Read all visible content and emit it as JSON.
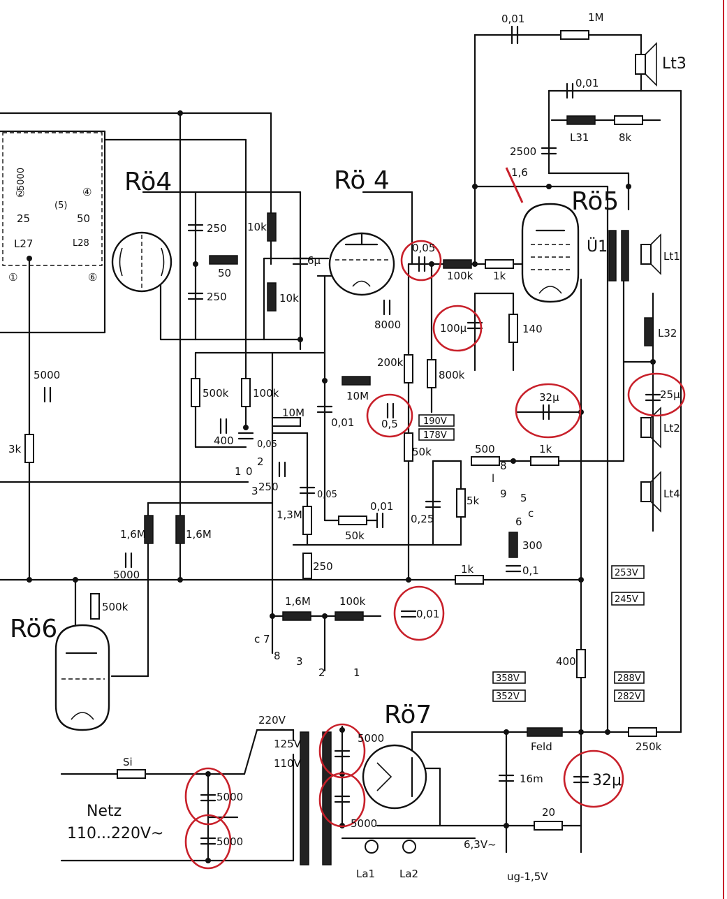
{
  "tubes": {
    "rö4_left": "Rö4",
    "rö4_right": "Rö 4",
    "rö5": "Rö5",
    "rö6": "Rö6",
    "rö7": "Rö7"
  },
  "components": {
    "c_001_top": "0,01",
    "pot_1M": "1M",
    "lt3": "Lt3",
    "c_001_b": "0,01",
    "l31": "L31",
    "r_8k": "8k",
    "c_2500": "2500",
    "r_16": "1,6",
    "c_5000_l": "5000",
    "n2": "②",
    "c_25": "25",
    "l27": "L27",
    "n5": "(5)",
    "n4": "④",
    "c_50": "50",
    "l28": "L28",
    "n1": "①",
    "n6": "⑥",
    "c_250a": "250",
    "r_50": "50",
    "c_250b": "250",
    "r_10k_a": "10k",
    "r_10k_b": "10k",
    "c_6u": "6μ",
    "c_005_a": "0,05",
    "r_100k_a": "100k",
    "r_1k_a": "1k",
    "u1": "Ü1",
    "lt1": "Lt1",
    "c_8000": "8000",
    "c_100u": "100μ",
    "r_140": "140",
    "l32": "L32",
    "r_200k": "200k",
    "r_800k": "800k",
    "c_5000_b": "5000",
    "r_10M_a": "10M",
    "c_05": "0,5",
    "v_190": "190V",
    "v_178": "178V",
    "c_32u_a": "32μ",
    "c_25u": "25μ",
    "lt2": "Lt2",
    "r_500k_a": "500k",
    "r_100k_b": "100k",
    "pot_10M": "10M",
    "c_001_c": "0,01",
    "r_50k_a": "50k",
    "r_500": "500",
    "r_1k_b": "1k",
    "r_3k": "3k",
    "c_400": "400",
    "c_005_b": "0,05",
    "c_250c": "250",
    "c_005_c": "0,05",
    "sw_2": "2",
    "sw_1": "1",
    "sw_0": "0",
    "sw_3": "3",
    "sw_8": "8",
    "sw_l": "l",
    "sw_9": "9",
    "sw_5": "5",
    "sw_c": "c",
    "sw_6": "6",
    "c_025": "0,25",
    "r_5k": "5k",
    "lt4": "Lt4",
    "r_16M_a": "1,6M",
    "r_16M_b": "1,6M",
    "pot_13M": "1,3M",
    "c_001_d": "0,01",
    "r_50k_b": "50k",
    "r_300": "300",
    "c_01": "0,1",
    "c_5000_c": "5000",
    "r_250": "250",
    "r_1k_c": "1k",
    "v_253": "253V",
    "v_245": "245V",
    "r_500k_b": "500k",
    "r_16M_c": "1,6M",
    "r_100k_c": "100k",
    "c_001_e": "0,01",
    "sw_c7": "c 7",
    "sw_8b": "8",
    "sw_3b": "3",
    "sw_2b": "2",
    "sw_1b": "1",
    "r_400": "400",
    "v_358": "358V",
    "v_352": "352V",
    "v_288": "288V",
    "v_282": "282V",
    "v_220": "220V",
    "v_125": "125V",
    "v_110": "110V",
    "c_5000_t": "5000",
    "feld": "Feld",
    "r_250k": "250k",
    "si": "Si",
    "c_16u": "16m",
    "c_32u_b": "32μ",
    "c_5000_n1": "5000",
    "c_5000_n2": "5000",
    "c_5000_bot": "5000",
    "netz": "Netz",
    "netz_v": "110...220V~",
    "r_20": "20",
    "v_63": "6,3V~",
    "la1": "La1",
    "la2": "La2",
    "ug": "ug-1,5V"
  },
  "colors": {
    "ink": "#111111",
    "highlight_red": "#c8202a",
    "paper": "#ffffff"
  }
}
